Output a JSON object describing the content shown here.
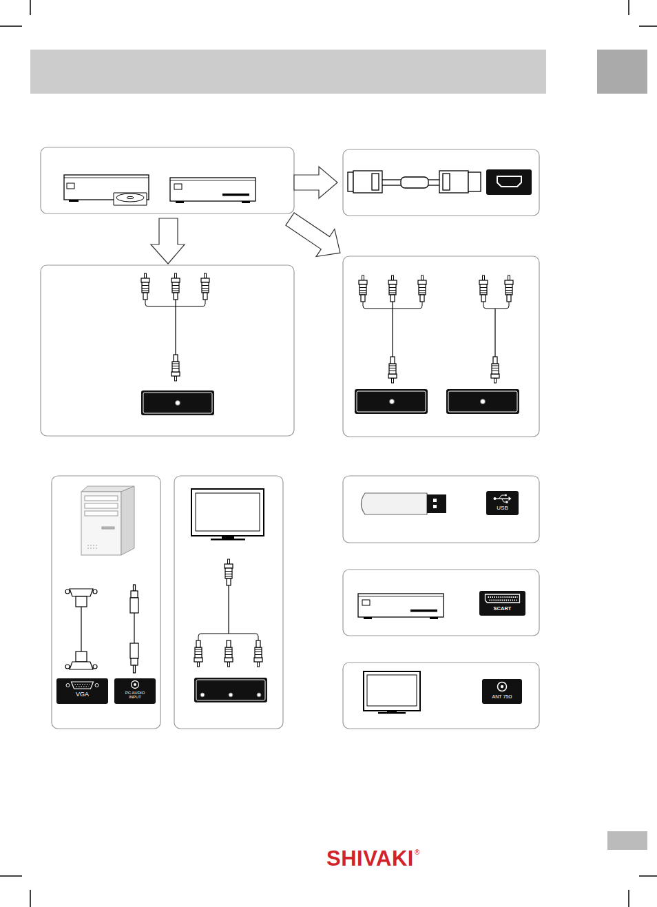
{
  "diagram": {
    "nodes": [
      {
        "text": [
          "VGA"
        ]
      },
      {
        "text": [
          "PC AUDIO INPUT"
        ]
      },
      {
        "text": [
          "USB"
        ]
      },
      {
        "text": [
          "SCART"
        ]
      },
      {
        "text": [
          "ANT 75Ω"
        ]
      }
    ],
    "labels": [
      "SHIVAKI",
      "®"
    ]
  }
}
